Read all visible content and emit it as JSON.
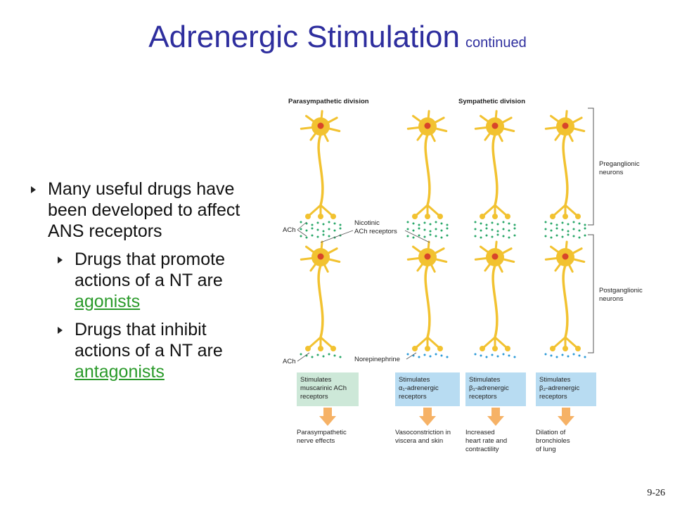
{
  "title": {
    "main": "Adrenergic Stimulation",
    "sub": "continued"
  },
  "bullets": {
    "b1": "Many useful drugs have been developed to affect ANS receptors",
    "b2_prefix": "Drugs that promote actions of a NT are ",
    "b2_link": "agonists",
    "b3_prefix": "Drugs that inhibit actions of a NT are ",
    "b3_link": "antagonists"
  },
  "figure": {
    "header_para": "Parasympathetic division",
    "header_symp": "Sympathetic division",
    "label_ach_top": "ACh",
    "label_ach_bottom": "ACh",
    "label_nicotinic": [
      "Nicotinic",
      "ACh receptors"
    ],
    "label_norepinephrine": "Norepinephrine",
    "label_preganglionic": [
      "Preganglionic",
      "neurons"
    ],
    "label_postganglionic": [
      "Postganglionic",
      "neurons"
    ],
    "boxes": [
      [
        "Stimulates",
        "muscarinic ACh",
        "receptors"
      ],
      [
        "Stimulates",
        "α₁-adrenergic",
        "receptors"
      ],
      [
        "Stimulates",
        "β₁-adrenergic",
        "receptors"
      ],
      [
        "Stimulates",
        "β₂-adrenergic",
        "receptors"
      ]
    ],
    "effects": [
      [
        "Parasympathetic",
        "nerve effects"
      ],
      [
        "Vasoconstriction in",
        "viscera and skin"
      ],
      [
        "Increased",
        "heart rate and",
        "contractility"
      ],
      [
        "Dilation of",
        "bronchioles",
        "of lung"
      ]
    ],
    "colors": {
      "neuron": "#f2c230",
      "ach": "#2aa86a",
      "ne": "#2a9ad8",
      "box_para": "#cde8d8",
      "box_symp": "#b8dcf2",
      "arrow": "#f6b266"
    }
  },
  "page_number": "9-26"
}
